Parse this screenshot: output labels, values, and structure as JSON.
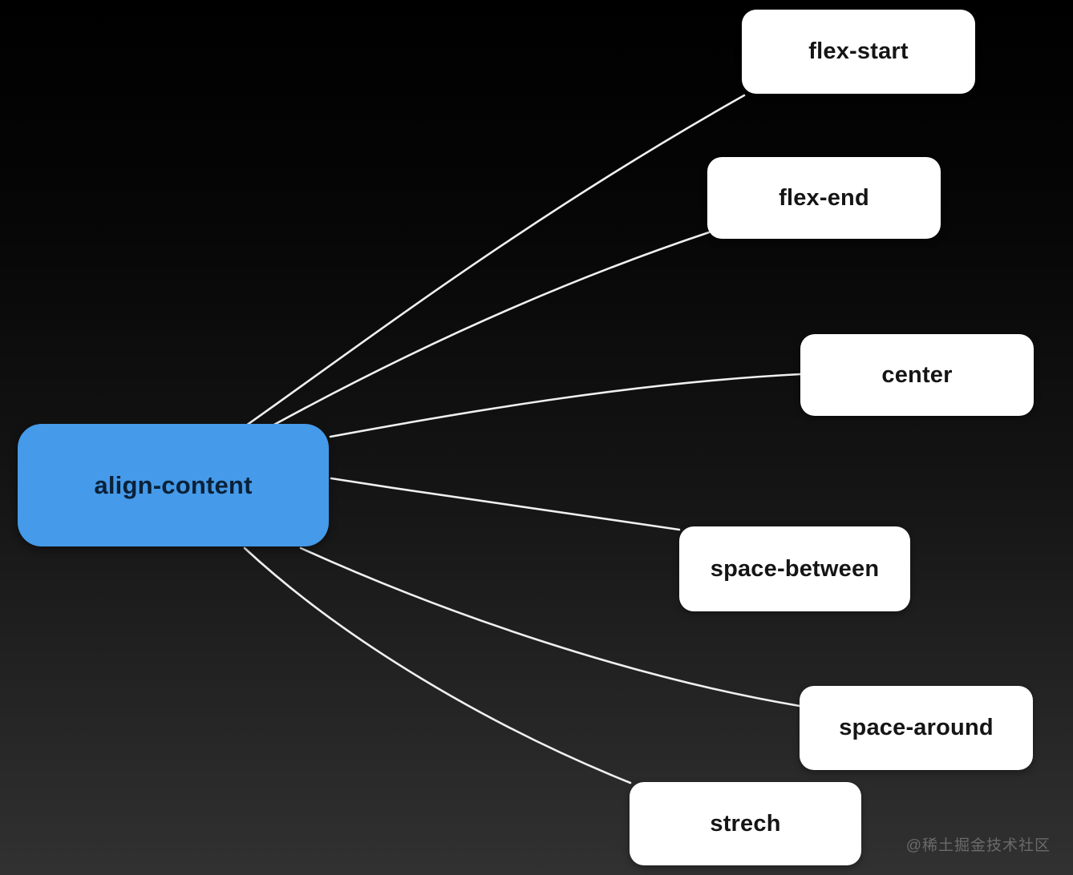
{
  "diagram": {
    "root": {
      "label": "align-content"
    },
    "children": [
      {
        "label": "flex-start"
      },
      {
        "label": "flex-end"
      },
      {
        "label": "center"
      },
      {
        "label": "space-between"
      },
      {
        "label": "space-around"
      },
      {
        "label": "strech"
      }
    ],
    "colors": {
      "root_bg": "#459ae9",
      "root_text": "#0a2138",
      "node_bg": "#ffffff",
      "node_text": "#151515",
      "edge": "#f0f0f0",
      "background_top": "#000000",
      "background_bottom": "#313131"
    }
  },
  "watermark": {
    "text": "@稀土掘金技术社区"
  }
}
